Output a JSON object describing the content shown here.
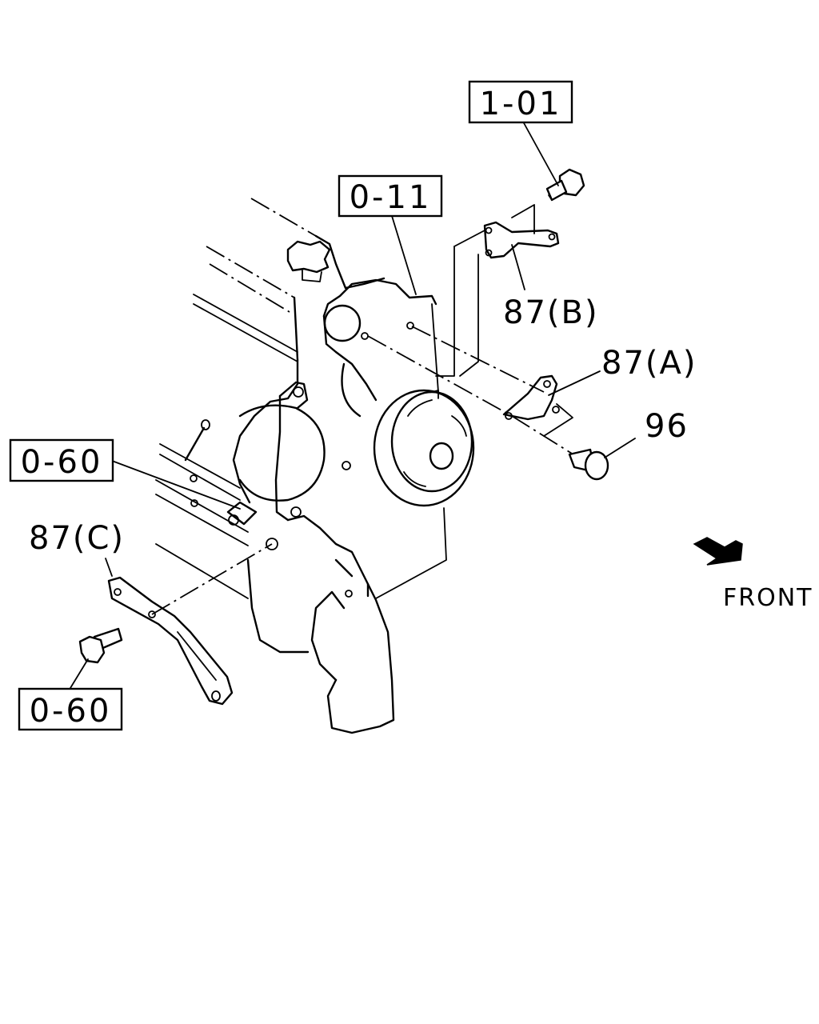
{
  "diagram": {
    "refs": {
      "r1": "1-01",
      "r2": "0-11",
      "r3": "0-60",
      "r4": "0-60"
    },
    "parts": {
      "p87b": "87(B)",
      "p87a": "87(A)",
      "p96": "96",
      "p87c": "87(C)"
    },
    "direction": "FRONT"
  }
}
